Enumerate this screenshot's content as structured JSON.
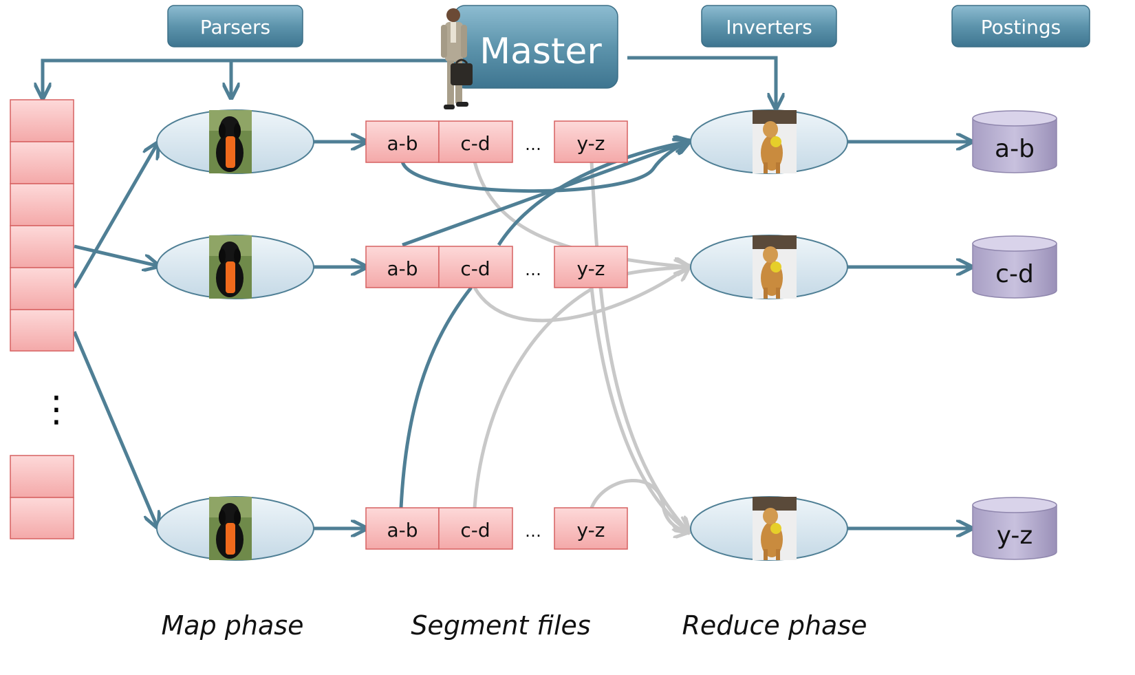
{
  "header": {
    "parsers": "Parsers",
    "master": "Master",
    "inverters": "Inverters",
    "postings": "Postings"
  },
  "segments": {
    "labels": [
      "a-b",
      "c-d",
      "y-z"
    ],
    "ellipsis": "…"
  },
  "postings": [
    "a-b",
    "c-d",
    "y-z"
  ],
  "splits": {
    "ellipsis": "⋮"
  },
  "phases": {
    "map": "Map phase",
    "segment": "Segment files",
    "reduce": "Reduce phase"
  },
  "icons": {
    "master": "businessman-icon",
    "parser": "black-dog-icon",
    "inverter": "golden-dog-icon"
  },
  "colors": {
    "arrow": "#4f7f95",
    "gray_arrow": "#c8c8c8",
    "header_box": "#5a92aa",
    "segment_fill": "#f7b5b5",
    "segment_stroke": "#d66060",
    "ellipse_fill": "#d7e6ef",
    "cylinder_fill": "#b7aed0"
  }
}
